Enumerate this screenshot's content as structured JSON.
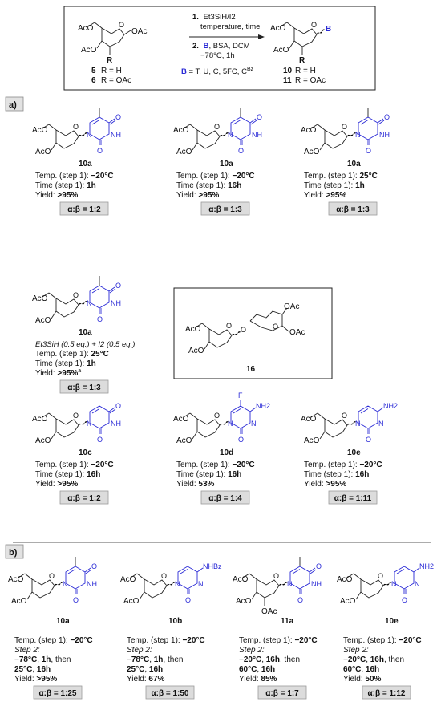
{
  "header": {
    "sm_5": "5",
    "sm_6": "6",
    "sm_r_h": "R = H",
    "sm_r_oac": "R = OAc",
    "prod_10": "10",
    "prod_11": "11",
    "prod_r_h": "R = H",
    "prod_r_oac": "R = OAc",
    "step1_num": "1.",
    "step1": "Et3SiH/I2",
    "step1_b": "temperature, time",
    "step2_num": "2.",
    "step2_b": "B",
    "step2_rest": ", BSA, DCM",
    "step2_c": "−78°C, 1h",
    "base_b": "B",
    "base_list": " = T, U, C, 5FC, C",
    "base_sup": "Bz"
  },
  "panels": {
    "a": "a)",
    "b": "b)"
  },
  "labels": {
    "temp": "Temp. (step 1): ",
    "time": "Time (step 1): ",
    "yield": "Yield: ",
    "step2": "Step 2:",
    "then": ", then",
    "comma": ", "
  },
  "compounds_a": [
    {
      "id": "10a",
      "temp": "−20°C",
      "time": "1h",
      "yield": ">95%",
      "ratio": "α:β = 1:2"
    },
    {
      "id": "10a",
      "temp": "−20°C",
      "time": "16h",
      "yield": ">95%",
      "ratio": "α:β = 1:3"
    },
    {
      "id": "10a",
      "temp": "25°C",
      "time": "1h",
      "yield": ">95%",
      "ratio": "α:β = 1:3"
    },
    {
      "id": "10a",
      "note": "Et3SiH (0.5 eq.) + I2 (0.5 eq.)",
      "temp": "25°C",
      "time": "1h",
      "yield": ">95%",
      "yield_sup": "a",
      "ratio": "α:β = 1:3"
    },
    {
      "id": "10c",
      "temp": "−20°C",
      "time": "16h",
      "yield": ">95%",
      "ratio": "α:β = 1:2"
    },
    {
      "id": "10d",
      "temp": "−20°C",
      "time": "16h",
      "yield": "53%",
      "ratio": "α:β = 1:4"
    },
    {
      "id": "10e",
      "temp": "−20°C",
      "time": "16h",
      "yield": ">95%",
      "ratio": "α:β = 1:11"
    }
  ],
  "compound_16": "16",
  "compounds_b": [
    {
      "id": "10a",
      "temp": "−20°C",
      "s2a": "−78°C",
      "s2a_t": "1h",
      "s2b": "25°C",
      "s2b_t": "16h",
      "yield": ">95%",
      "ratio": "α:β = 1:25"
    },
    {
      "id": "10b",
      "temp": "−20°C",
      "s2a": "−78°C",
      "s2a_t": "1h",
      "s2b": "25°C",
      "s2b_t": "16h",
      "yield": "67%",
      "ratio": "α:β = 1:50"
    },
    {
      "id": "11a",
      "temp": "−20°C",
      "s2a": "−20°C",
      "s2a_t": "16h",
      "s2b": "60°C",
      "s2b_t": "16h",
      "yield": "85%",
      "ratio": "α:β = 1:7"
    },
    {
      "id": "10e",
      "temp": "−20°C",
      "s2a": "−20°C",
      "s2a_t": "16h",
      "s2b": "60°C",
      "s2b_t": "16h",
      "yield": "50%",
      "ratio": "α:β = 1:12"
    }
  ],
  "atoms": {
    "aco": "AcO",
    "oac": "OAc",
    "o": "O",
    "n": "N",
    "nh": "NH",
    "nh2": "NH2",
    "nhbz": "NHBz",
    "f": "F",
    "r": "R"
  }
}
